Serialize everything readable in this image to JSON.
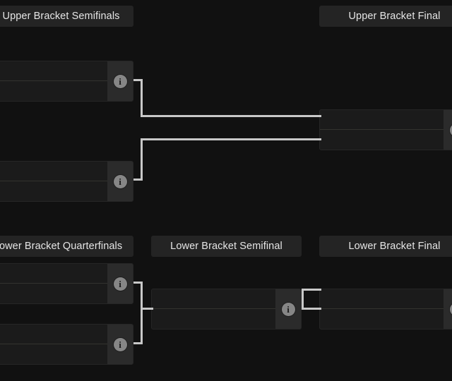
{
  "page": {
    "background_color": "#111111",
    "accent_line_color": "#c8c8c8",
    "header_bg_color": "#242424",
    "match_bg_color": "#1b1b1b",
    "info_badge_color": "#868686"
  },
  "rounds": {
    "upper_bracket_semifinals": {
      "label": "Upper Bracket Semifinals"
    },
    "upper_bracket_final": {
      "label": "Upper Bracket Final"
    },
    "lower_bracket_quarterfinals": {
      "label": "Lower Bracket Quarterfinals"
    },
    "lower_bracket_semifinal": {
      "label": "Lower Bracket Semifinal"
    },
    "lower_bracket_final": {
      "label": "Lower Bracket Final"
    }
  },
  "icons": {
    "info": "i"
  },
  "matches": {
    "ubsf1": {
      "top": {
        "name": "",
        "score": ""
      },
      "bottom": {
        "name": "",
        "score": ""
      },
      "info": "i"
    },
    "ubsf2": {
      "top": {
        "name": "",
        "score": ""
      },
      "bottom": {
        "name": "",
        "score": ""
      },
      "info": "i"
    },
    "ubf": {
      "top": {
        "name": "",
        "score": ""
      },
      "bottom": {
        "name": "",
        "score": ""
      },
      "info": "i"
    },
    "lbqf1": {
      "top": {
        "name": "",
        "score": ""
      },
      "bottom": {
        "name": "",
        "score": ""
      },
      "info": "i"
    },
    "lbqf2": {
      "top": {
        "name": "",
        "score": ""
      },
      "bottom": {
        "name": "",
        "score": ""
      },
      "info": "i"
    },
    "lbsf": {
      "top": {
        "name": "",
        "score": ""
      },
      "bottom": {
        "name": "",
        "score": ""
      },
      "info": "i"
    },
    "lbf": {
      "top": {
        "name": "",
        "score": ""
      },
      "bottom": {
        "name": "",
        "score": ""
      },
      "info": "i"
    }
  }
}
